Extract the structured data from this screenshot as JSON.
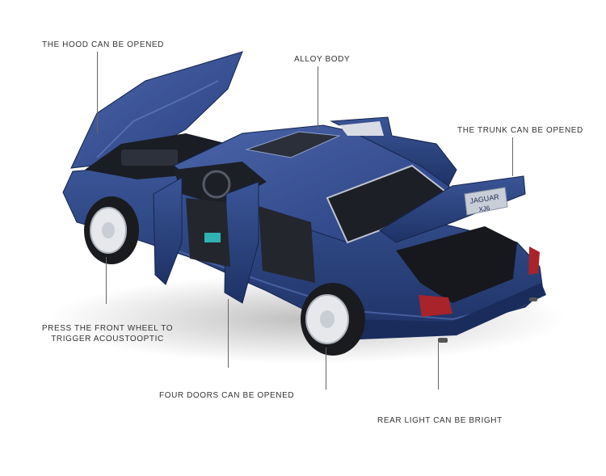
{
  "callouts": {
    "hood": "THE HOOD CAN BE OPENED",
    "body": "ALLOY BODY",
    "trunk": "THE TRUNK CAN BE OPENED",
    "wheel_line1": "PRESS THE FRONT WHEEL TO",
    "wheel_line2": "TRIGGER ACOUSTOOPTIC",
    "doors": "FOUR DOORS CAN BE OPENED",
    "rear_light": "REAR LIGHT CAN BE BRIGHT"
  },
  "badge": {
    "line1": "JAGUAR",
    "line2": "XJ6"
  },
  "colors": {
    "car_body": "#263f7a",
    "car_dark": "#15254d",
    "glass": "#1c1f26",
    "text": "#333333"
  }
}
